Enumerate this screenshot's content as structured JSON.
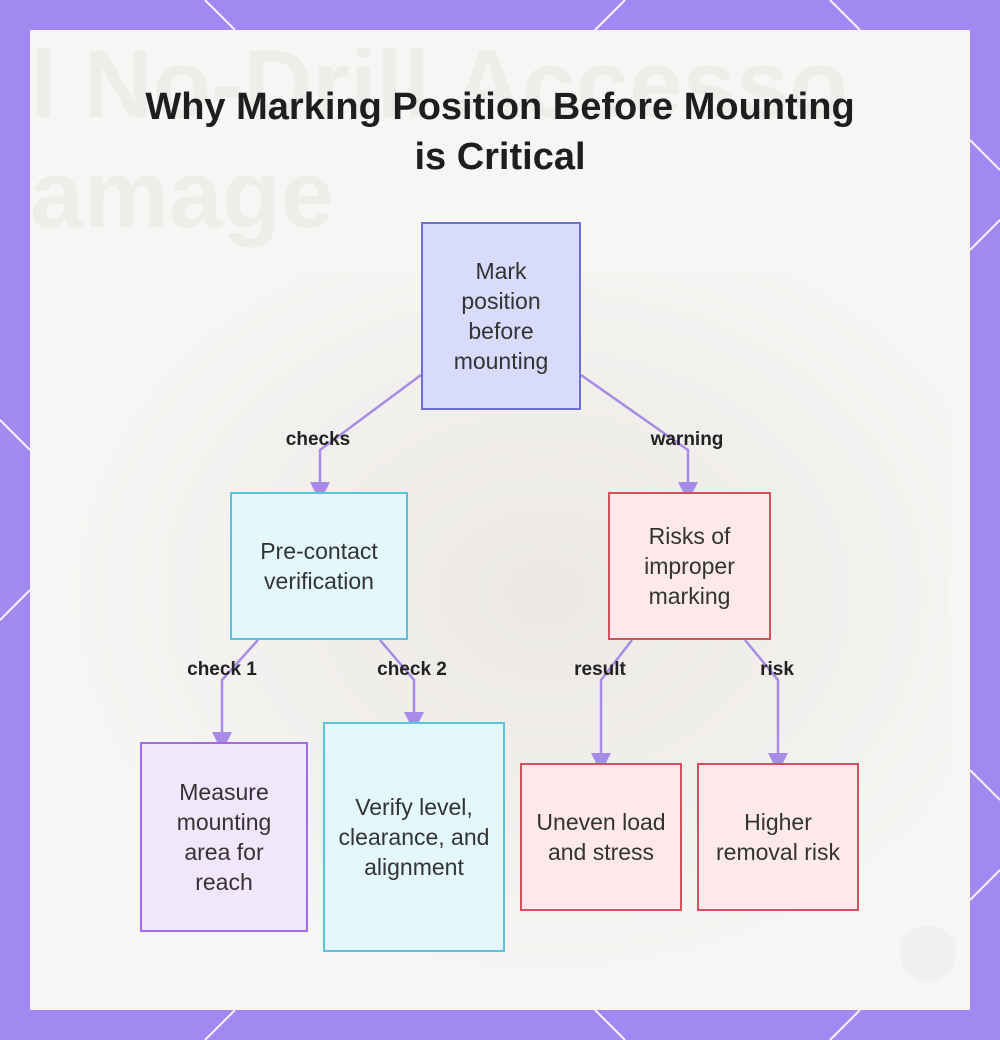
{
  "title": {
    "line1": "Why Marking Position Before Mounting",
    "line2": "is Critical"
  },
  "background": {
    "ghost_line1": "l No-Drill Accesso",
    "ghost_line2": "amage"
  },
  "nodes": {
    "root": "Mark position before mounting",
    "verification": "Pre-contact verification",
    "risks": "Risks of improper marking",
    "measure": "Measure mounting area for reach",
    "verify": "Verify level, clearance, and alignment",
    "uneven": "Uneven load and stress",
    "removal": "Higher removal risk"
  },
  "edges": {
    "checks": "checks",
    "warning": "warning",
    "check1": "check 1",
    "check2": "check 2",
    "result": "result",
    "risk": "risk"
  },
  "colors": {
    "frame": "#a08af2",
    "edge": "#a88be6",
    "blue_fill": "#d9dbfd",
    "cyan_fill": "#e3f7fc",
    "red_fill": "#fde9ea",
    "purple_fill": "#f1e7fd"
  }
}
